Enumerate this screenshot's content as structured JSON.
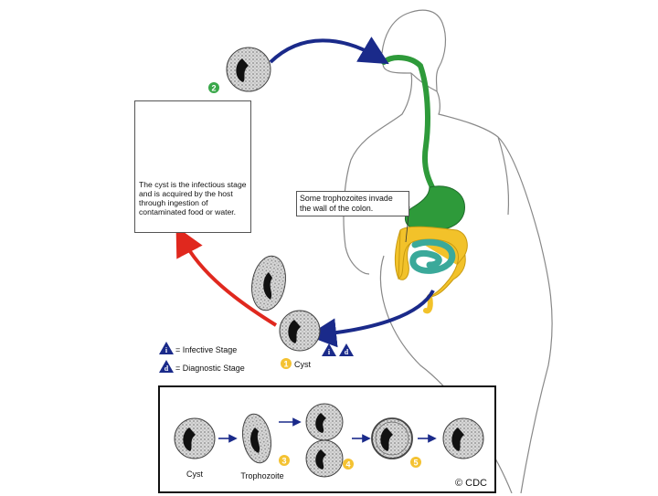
{
  "diagram": {
    "info_text": "The cyst is the infectious stage and is acquired by the host through ingestion of contaminated food or water.",
    "invade_text": "Some trophozoites invade the wall of the colon.",
    "legend": {
      "infective_symbol": "i",
      "infective_label": "= Infective Stage",
      "diagnostic_symbol": "d",
      "diagnostic_label": "= Diagnostic Stage"
    },
    "steps": {
      "one": "1",
      "two": "2",
      "three": "3",
      "four": "4",
      "five": "5"
    },
    "cyst_label": "Cyst",
    "bottom": {
      "cyst_label": "Cyst",
      "trophozoite_label": "Trophozoite",
      "credit": "© CDC"
    },
    "colors": {
      "arrow_blue": "#1a2a8a",
      "arrow_red": "#e0281e",
      "esophagus_green": "#2e9a3a",
      "colon_yellow": "#f2c22a",
      "intestine_teal": "#3aa99a",
      "step_green": "#3aa84a",
      "step_yellow": "#f4c232"
    }
  }
}
